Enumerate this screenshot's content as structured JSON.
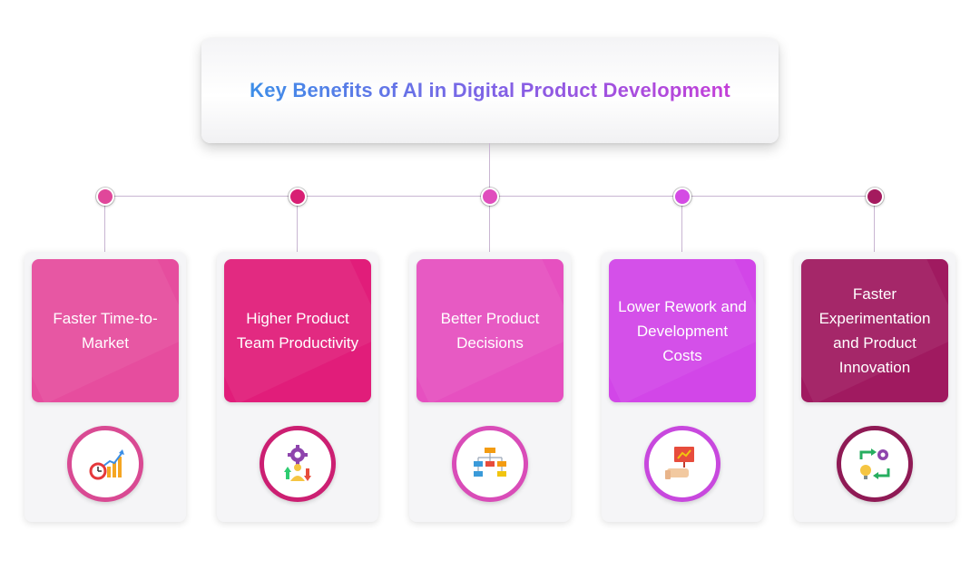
{
  "title": "Key Benefits of AI in Digital Product Development",
  "benefits": [
    {
      "label": "Faster Time-to-Market",
      "color": "#e64d9e",
      "dot": "#e0479a",
      "ring": "#d94a93",
      "icon": "clock-growth-chart-icon"
    },
    {
      "label": "Higher Product Team Productivity",
      "color": "#e11d7a",
      "dot": "#d81f74",
      "ring": "#cc1f72",
      "icon": "team-gear-productivity-icon"
    },
    {
      "label": "Better Product Decisions",
      "color": "#e650c0",
      "dot": "#e04dbd",
      "ring": "#d94cb8",
      "icon": "flowchart-decision-icon"
    },
    {
      "label": "Lower Rework and Development Costs",
      "color": "#d246e8",
      "dot": "#d44be4",
      "ring": "#c848de",
      "icon": "hand-cost-board-icon"
    },
    {
      "label": "Faster Experimentation and Product Innovation",
      "color": "#a01a60",
      "dot": "#a41a5e",
      "ring": "#8f1a55",
      "icon": "innovation-cycle-icon"
    }
  ]
}
